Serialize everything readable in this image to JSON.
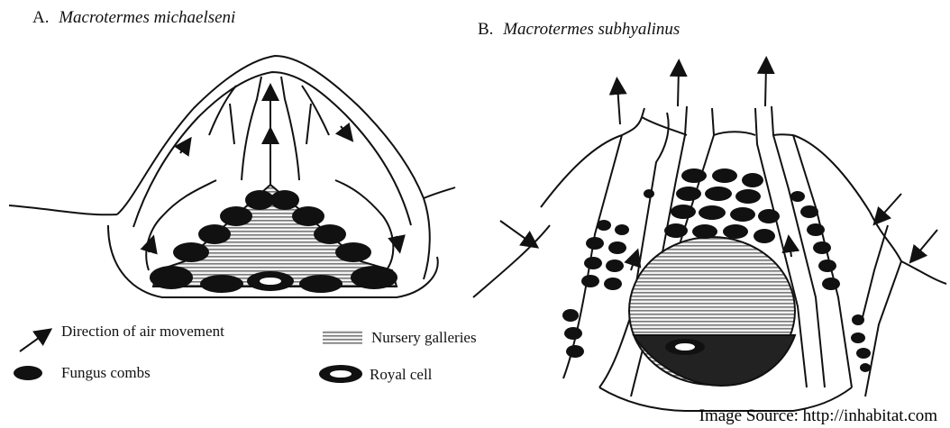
{
  "panel_a": {
    "letter": "A.",
    "title": "Macrotermes michaelseni"
  },
  "panel_b": {
    "letter": "B.",
    "title": "Macrotermes subhyalinus"
  },
  "legend": {
    "air": "Direction of air movement",
    "nursery": "Nursery galleries",
    "fungus": "Fungus combs",
    "royal": "Royal cell"
  },
  "source": "Image Source: http://inhabitat.com",
  "colors": {
    "ink": "#111111",
    "paper": "#ffffff",
    "nursery_fill": "#9a9a9a"
  }
}
